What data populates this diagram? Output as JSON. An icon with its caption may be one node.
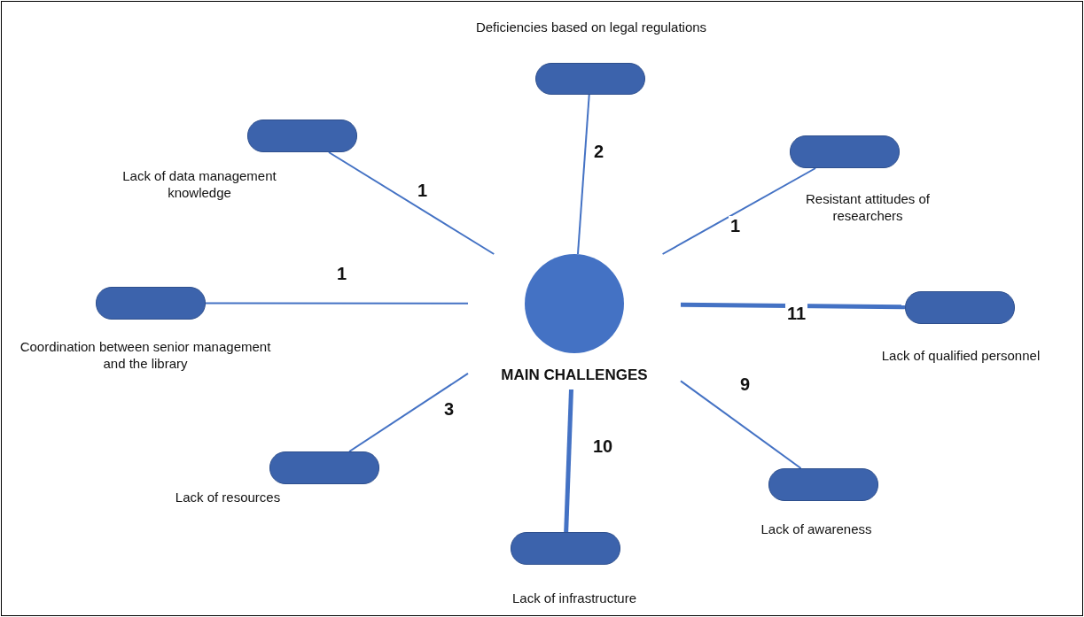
{
  "diagram": {
    "nodes": [
      {
        "text": [
          "MAIN CHALLENGES"
        ]
      },
      {
        "text": [
          "Deficiencies based on legal regulations"
        ]
      },
      {
        "text": [
          "Resistant attitudes of researchers"
        ]
      },
      {
        "text": [
          "Lack of qualified personnel"
        ]
      },
      {
        "text": [
          "Lack of awareness"
        ]
      },
      {
        "text": [
          "Lack of infrastructure"
        ]
      },
      {
        "text": [
          "Lack of resources"
        ]
      },
      {
        "text": [
          "Coordination between senior management and the library"
        ]
      },
      {
        "text": [
          "Lack of data management knowledge"
        ]
      }
    ],
    "edges": [
      {
        "from": 0,
        "to": 1,
        "arrow": "none",
        "label": "2"
      },
      {
        "from": 0,
        "to": 2,
        "arrow": "none",
        "label": "1"
      },
      {
        "from": 0,
        "to": 3,
        "arrow": "none",
        "label": "11",
        "style": "thick"
      },
      {
        "from": 0,
        "to": 4,
        "arrow": "none",
        "label": "9"
      },
      {
        "from": 0,
        "to": 5,
        "arrow": "none",
        "label": "10",
        "style": "thick"
      },
      {
        "from": 0,
        "to": 6,
        "arrow": "none",
        "label": "3"
      },
      {
        "from": 0,
        "to": 7,
        "arrow": "none",
        "label": "1"
      },
      {
        "from": 0,
        "to": 8,
        "arrow": "none",
        "label": "1"
      }
    ]
  }
}
